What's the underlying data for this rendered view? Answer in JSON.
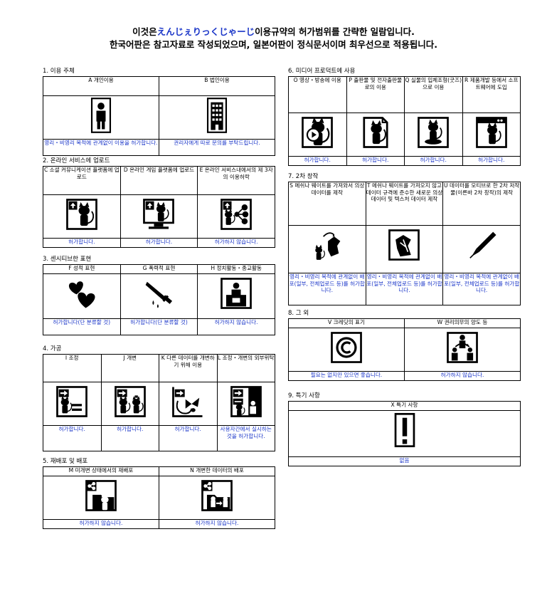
{
  "header": {
    "line1_pre": "이것은",
    "line1_blue": "えんじぇりっくじゃーじ",
    "line1_post": "이용규약의 허가범위를 간략한 일람입니다.",
    "line2": "한국어판은 참고자료로 작성되었으며, 일본어판이 정식문서이며 최우선으로 적용됩니다."
  },
  "sections": {
    "s1": {
      "title": "1. 이용 주체",
      "items": [
        {
          "label": "A 개인이용",
          "icon": "person-icon",
          "result": "영리・비영리 목적에 관계없이 이용을 허가합니다."
        },
        {
          "label": "B 법인이용",
          "icon": "building-icon",
          "result": "권리자에게 따로 문의를 부탁드립니다."
        }
      ]
    },
    "s2": {
      "title": "2. 온라인 서비스에 업로드",
      "items": [
        {
          "label": "C 소셜 커뮤니케이션 플랫폼에 업로드",
          "icon": "social-upload-icon",
          "result": "허가합니다."
        },
        {
          "label": "D 온라인 게임 플랫폼에 업로드",
          "icon": "game-upload-icon",
          "result": "허가합니다."
        },
        {
          "label": "E 온라인 서비스내에서의 제 3자의 이용허락",
          "icon": "share-license-icon",
          "result": "허가하지 않습니다."
        }
      ]
    },
    "s3": {
      "title": "3. 센시티브한 표현",
      "items": [
        {
          "label": "F 성적 표현",
          "icon": "hearts-icon",
          "result": "허가합니다(단 분류할 것)"
        },
        {
          "label": "G 폭력적 표현",
          "icon": "knife-icon",
          "result": "허가합니다(단 분류할 것)"
        },
        {
          "label": "H 정치활동・종교활동",
          "icon": "podium-icon",
          "result": "허가하지 않습니다."
        }
      ]
    },
    "s4": {
      "title": "4. 가공",
      "items": [
        {
          "label": "I 조정",
          "icon": "adjust-icon",
          "result": "허가합니다."
        },
        {
          "label": "J 개변",
          "icon": "modify-icon",
          "result": "허가합니다."
        },
        {
          "label": "K 다른 데이터를 개변하기 위해 이용",
          "icon": "other-data-icon",
          "result": "허가합니다."
        },
        {
          "label": "L 조정・개변의 외부위탁",
          "icon": "outsource-icon",
          "result": "사용자간에서 실시하는 것을 허가합니다."
        }
      ]
    },
    "s5": {
      "title": "5. 재배포 및 배포",
      "items": [
        {
          "label": "M 미개변 상태에서의 재배포",
          "icon": "redistribute-icon",
          "result": "허가하지 않습니다."
        },
        {
          "label": "N 개변한 데이터의 배포",
          "icon": "distribute-modified-icon",
          "result": "허가하지 않습니다."
        }
      ]
    },
    "s6": {
      "title": "6. 미디어 프로덕트에 사용",
      "items": [
        {
          "label": "O 영상・방송에 이용",
          "icon": "video-icon",
          "result": "허가합니다."
        },
        {
          "label": "P 출판물 및 전자출판물로의 이용",
          "icon": "publication-icon",
          "result": "허가합니다."
        },
        {
          "label": "Q 실물의 입체조형(굿즈)으로 이용",
          "icon": "figure-icon",
          "result": "허가합니다."
        },
        {
          "label": "R 제품개발 등에서 소프트웨어에 도입",
          "icon": "software-icon",
          "result": "허가합니다."
        }
      ]
    },
    "s7": {
      "title": "7. 2차 창작",
      "items": [
        {
          "label": "S 메쉬나 웨이트를 가져와서 의상 데이터를 제작",
          "icon": "clothing-mesh-icon",
          "result": "영리・비영리 목적에 관계없이 배포(일부, 전체업로드 등)를 허가합니다."
        },
        {
          "label": "T 메쉬나 웨이트를 가져오지 않고 데이터 규격에 준수한 새로운 의상 데이터 및 텍스처 데이터 제작",
          "icon": "new-clothing-icon",
          "result": "영리・비영리 목적에 관계없이 배포(일부, 전체업로드 등)를 허가합니다."
        },
        {
          "label": "U 데이터를 모티브로 한 2차 저작물(이른바 2차 창작)의 제작",
          "icon": "pen-icon",
          "result": "영리・비영리 목적에 관계없이 배포(일부, 전체업로드 등)를 허가합니다."
        }
      ]
    },
    "s8": {
      "title": "8. 그 외",
      "items": [
        {
          "label": "V 크레딧의 표기",
          "icon": "copyright-icon",
          "result": "필요는 없지만 있으면 좋습니다."
        },
        {
          "label": "W 권리의무의 양도 등",
          "icon": "transfer-icon",
          "result": "허가하지 않습니다."
        }
      ]
    },
    "s9": {
      "title": "9. 특기 사항",
      "items": [
        {
          "label": "X 특기 사항",
          "icon": "exclamation-icon",
          "result": "없음"
        }
      ]
    }
  }
}
